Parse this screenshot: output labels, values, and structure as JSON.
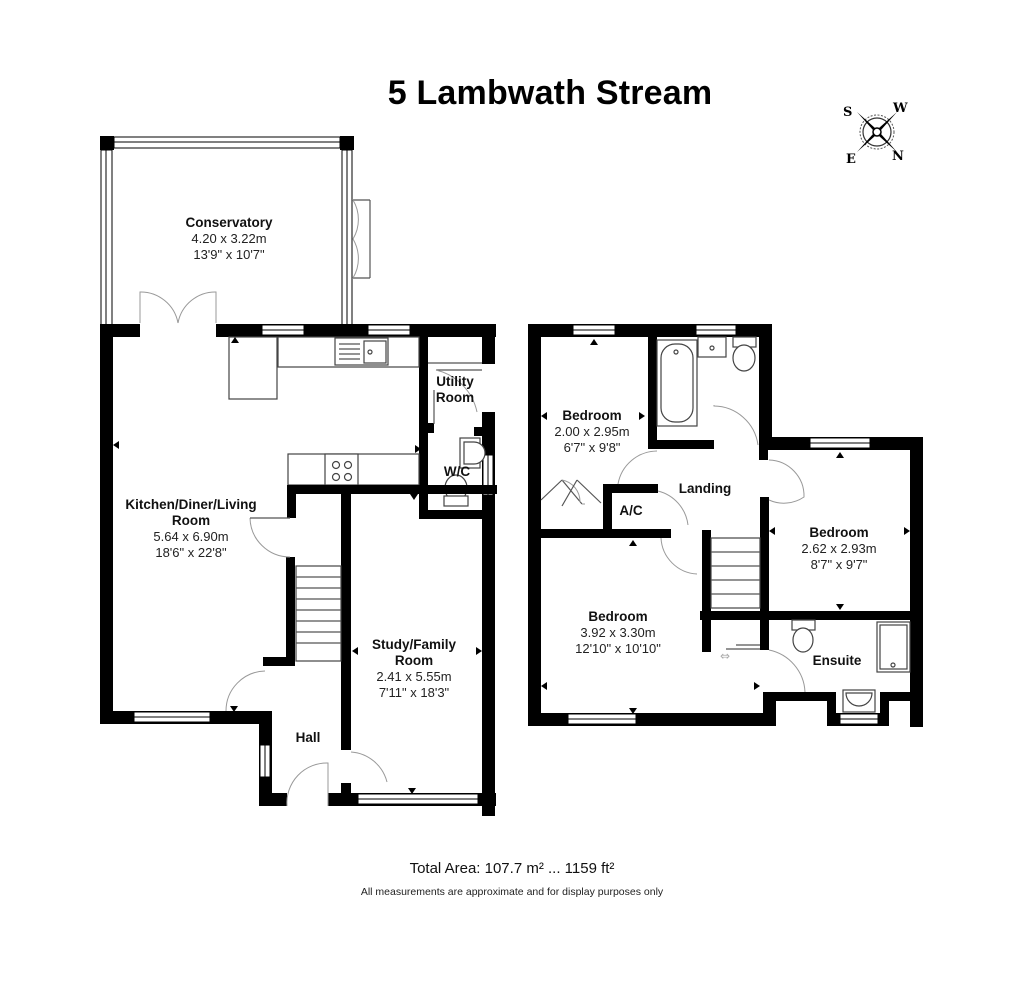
{
  "title": "5 Lambwath Stream",
  "compass": {
    "labels": {
      "top_left": "S",
      "top_right": "W",
      "bottom_left": "E",
      "bottom_right": "N"
    }
  },
  "rooms": {
    "conservatory": {
      "name": "Conservatory",
      "metric": "4.20 x 3.22m",
      "imperial": "13'9\" x 10'7\""
    },
    "kitchen": {
      "name_line1": "Kitchen/Diner/Living",
      "name_line2": "Room",
      "metric": "5.64 x 6.90m",
      "imperial": "18'6\" x 22'8\""
    },
    "utility": {
      "name_line1": "Utility",
      "name_line2": "Room"
    },
    "wc": {
      "name": "W/C"
    },
    "study": {
      "name_line1": "Study/Family",
      "name_line2": "Room",
      "metric": "2.41 x 5.55m",
      "imperial": "7'11\" x 18'3\""
    },
    "hall": {
      "name": "Hall"
    },
    "bedroom_small": {
      "name": "Bedroom",
      "metric": "2.00 x 2.95m",
      "imperial": "6'7\" x 9'8\""
    },
    "landing": {
      "name": "Landing"
    },
    "ac": {
      "name": "A/C"
    },
    "bedroom_right": {
      "name": "Bedroom",
      "metric": "2.62 x 2.93m",
      "imperial": "8'7\" x 9'7\""
    },
    "bedroom_main": {
      "name": "Bedroom",
      "metric": "3.92 x 3.30m",
      "imperial": "12'10\" x 10'10\""
    },
    "ensuite": {
      "name": "Ensuite"
    }
  },
  "footer": {
    "total_area": "Total Area: 107.7 m² ... 1159 ft²",
    "disclaimer": "All measurements are approximate and for display purposes only"
  }
}
